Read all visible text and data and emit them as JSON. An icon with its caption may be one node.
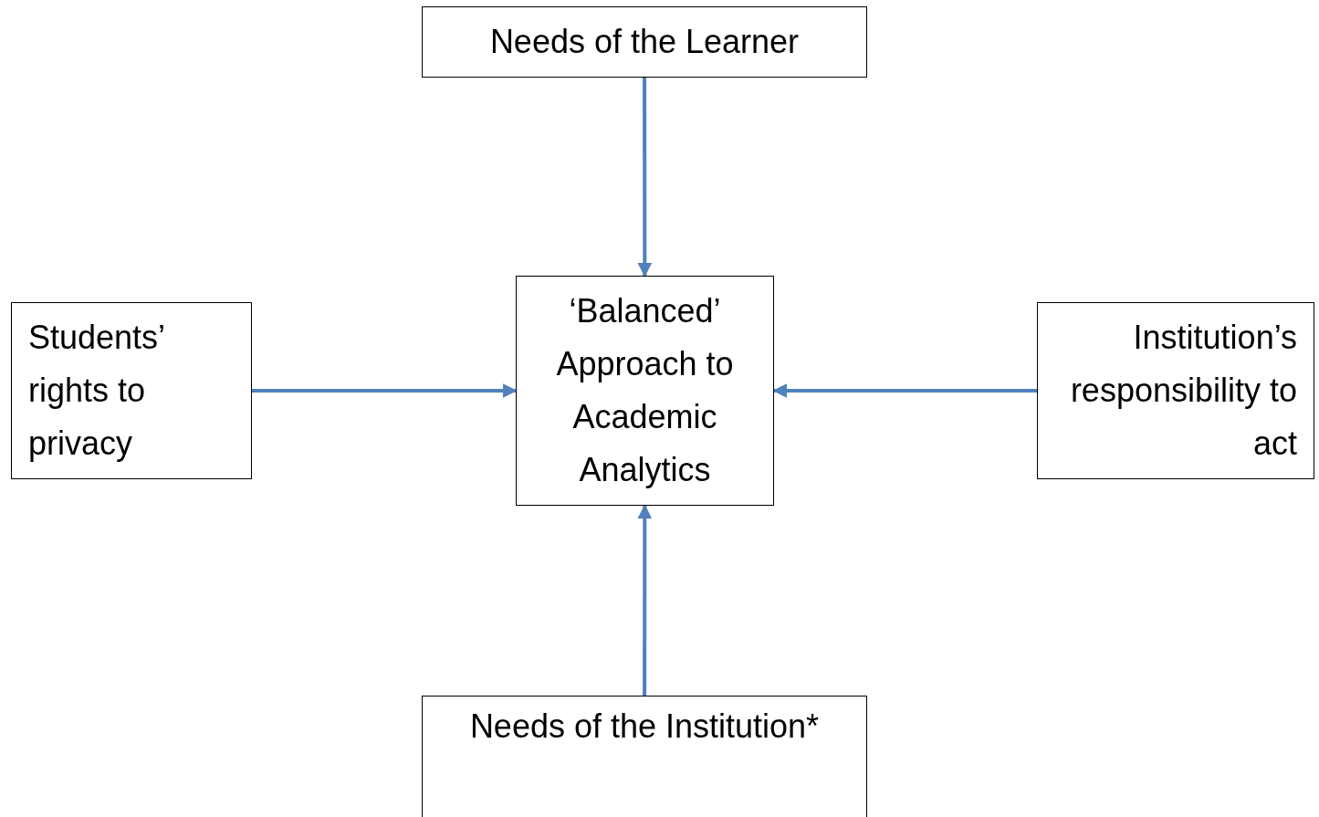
{
  "diagram": {
    "nodes": [
      {
        "text": [
          "Needs of the Learner"
        ]
      },
      {
        "text": [
          "‘Balanced’ Approach to Academic Analytics"
        ]
      },
      {
        "text": [
          "Students’ rights to privacy"
        ]
      },
      {
        "text": [
          "Institution’s responsibility to act"
        ]
      },
      {
        "text": [
          "Needs of the Institution*"
        ]
      }
    ],
    "edges": [
      {
        "from": 0,
        "to": 1,
        "arrow": "to",
        "color": "#4f81bd"
      },
      {
        "from": 2,
        "to": 1,
        "arrow": "to",
        "color": "#4f81bd"
      },
      {
        "from": 3,
        "to": 1,
        "arrow": "to",
        "color": "#4f81bd"
      },
      {
        "from": 4,
        "to": 1,
        "arrow": "to",
        "color": "#4f81bd"
      }
    ]
  }
}
